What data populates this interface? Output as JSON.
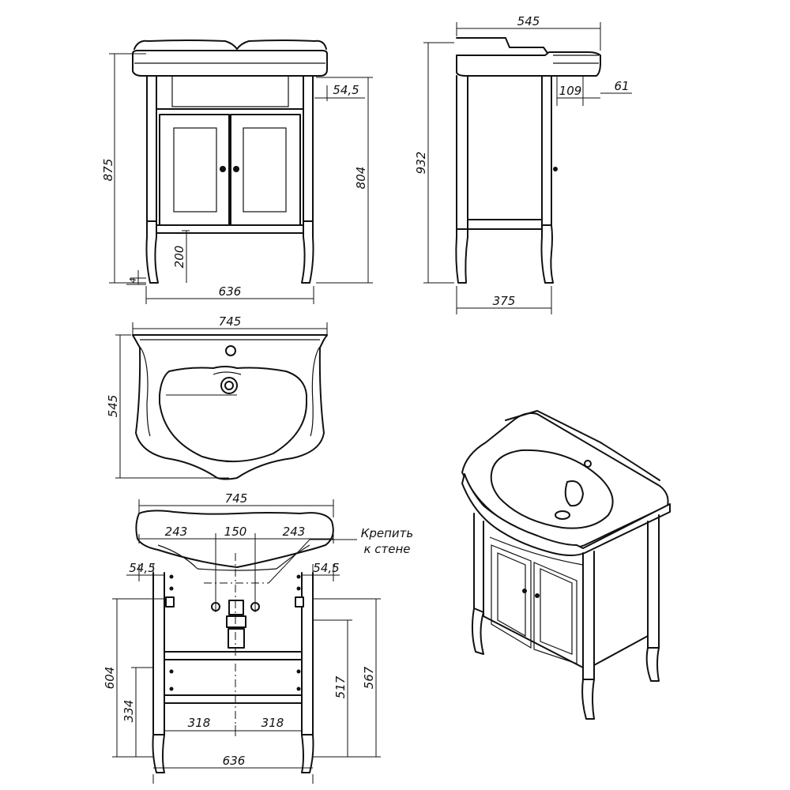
{
  "front_view": {
    "height_total": "875",
    "height_frame": "804",
    "leg_height": "200",
    "width": "636",
    "side_offset": "54,5",
    "floor_offset": "4"
  },
  "side_view": {
    "depth_top": "545",
    "height_total": "932",
    "depth_base": "375",
    "overhang": "109",
    "backsplash": "61"
  },
  "top_view": {
    "width": "745",
    "depth": "545"
  },
  "rear_view": {
    "width_top": "745",
    "spacing_left": "243",
    "spacing_center": "150",
    "spacing_right": "243",
    "offset_left": "54,5",
    "offset_right": "54,5",
    "height_604": "604",
    "height_334": "334",
    "height_517": "517",
    "height_567": "567",
    "half_left": "318",
    "half_right": "318",
    "width_base": "636",
    "note_line1": "Крепить",
    "note_line2": "к стене"
  }
}
